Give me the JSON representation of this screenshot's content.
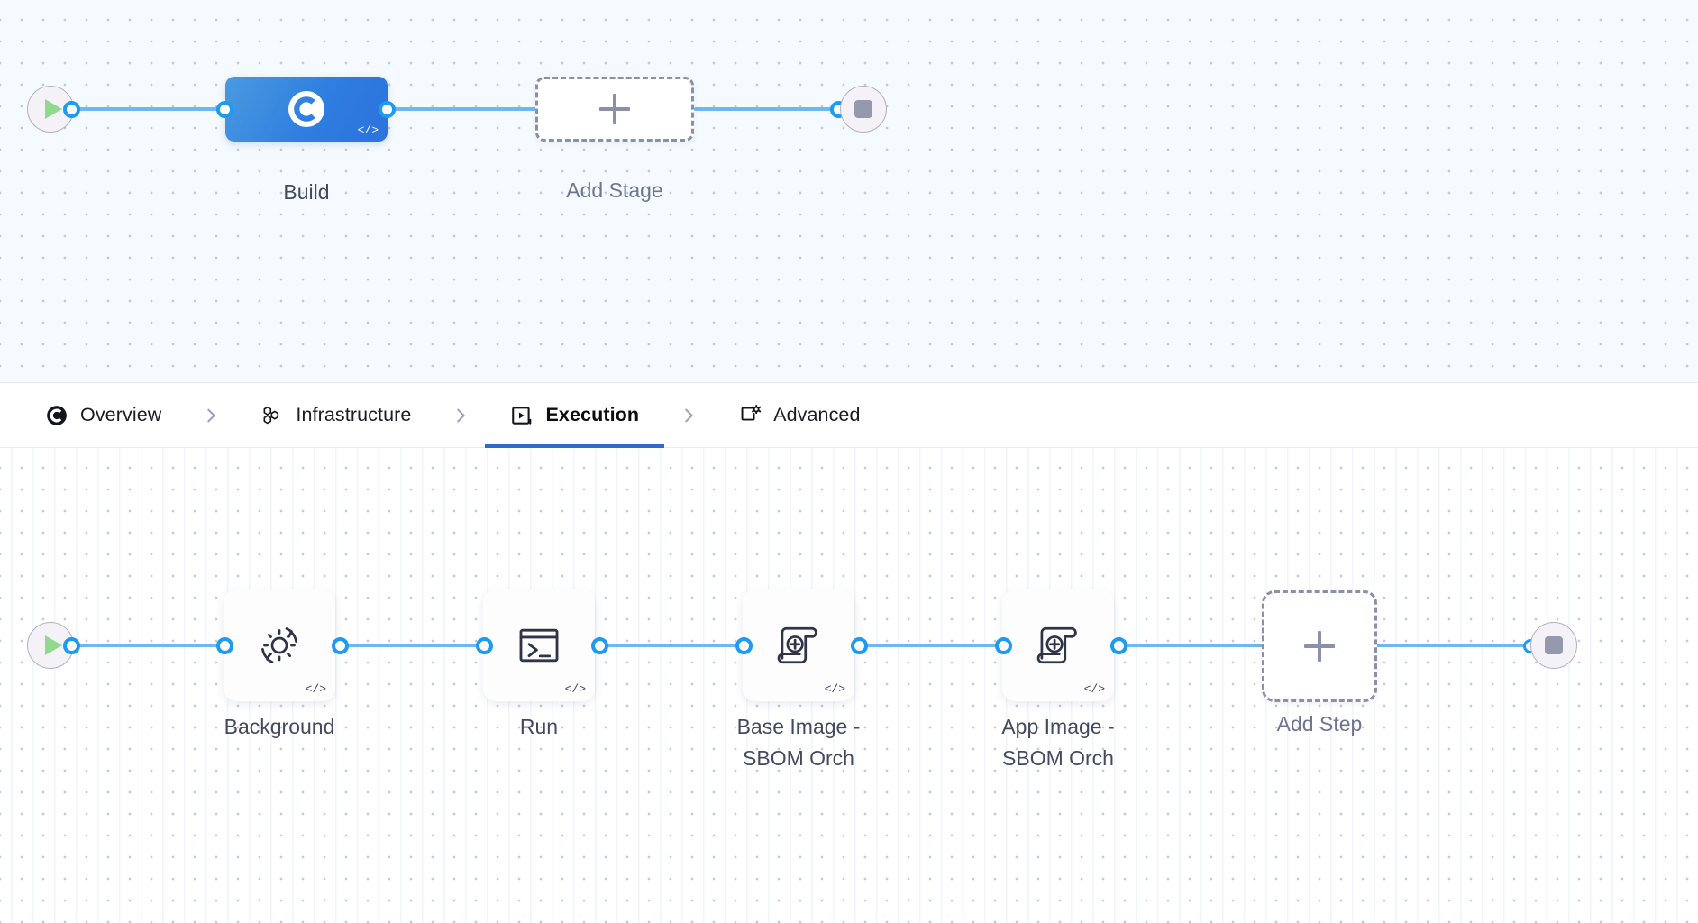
{
  "stage_canvas": {
    "start_node": {
      "icon": "play-icon",
      "name": "pipeline-start"
    },
    "end_node": {
      "icon": "stop-icon",
      "name": "pipeline-end"
    },
    "stages": [
      {
        "id": "build",
        "label": "Build",
        "icon": "ci-build-icon",
        "badge": "</>",
        "selected": true
      },
      {
        "id": "add-stage",
        "label": "Add Stage",
        "icon": "plus-icon",
        "selected": false
      }
    ]
  },
  "tabs": {
    "separator_icon": "chevron-right-icon",
    "items": [
      {
        "id": "overview",
        "label": "Overview",
        "icon": "ci-overview-icon",
        "active": false
      },
      {
        "id": "infrastructure",
        "label": "Infrastructure",
        "icon": "hexagons-icon",
        "active": false
      },
      {
        "id": "execution",
        "label": "Execution",
        "icon": "play-box-icon",
        "active": true
      },
      {
        "id": "advanced",
        "label": "Advanced",
        "icon": "box-gear-icon",
        "active": false
      }
    ]
  },
  "step_canvas": {
    "start_node": {
      "icon": "play-icon",
      "name": "execution-start"
    },
    "end_node": {
      "icon": "stop-icon",
      "name": "execution-end"
    },
    "steps": [
      {
        "id": "background",
        "label": "Background",
        "icon": "gear-refresh-icon",
        "badge": "</>"
      },
      {
        "id": "run",
        "label": "Run",
        "icon": "terminal-icon",
        "badge": "</>"
      },
      {
        "id": "base-image-sbom",
        "label": "Base Image -\nSBOM Orch",
        "icon": "sbom-scroll-icon",
        "badge": "</>"
      },
      {
        "id": "app-image-sbom",
        "label": "App Image -\nSBOM Orch",
        "icon": "sbom-scroll-icon",
        "badge": "</>"
      },
      {
        "id": "add-step",
        "label": "Add Step",
        "icon": "plus-icon",
        "badge": ""
      }
    ]
  },
  "colors": {
    "accent_blue": "#1d9bf0",
    "link_blue": "#6bb9f0",
    "stage_blue": "#2f7ee0",
    "active_tab_underline": "#2f6bc4",
    "canvas_top_bg": "#f4fafd",
    "canvas_bottom_bg": "#ffffff",
    "dashed_border": "#8b8fa8",
    "label_text": "#444a5e",
    "start_green": "#8fda8f",
    "stop_gray": "#9499ad"
  }
}
